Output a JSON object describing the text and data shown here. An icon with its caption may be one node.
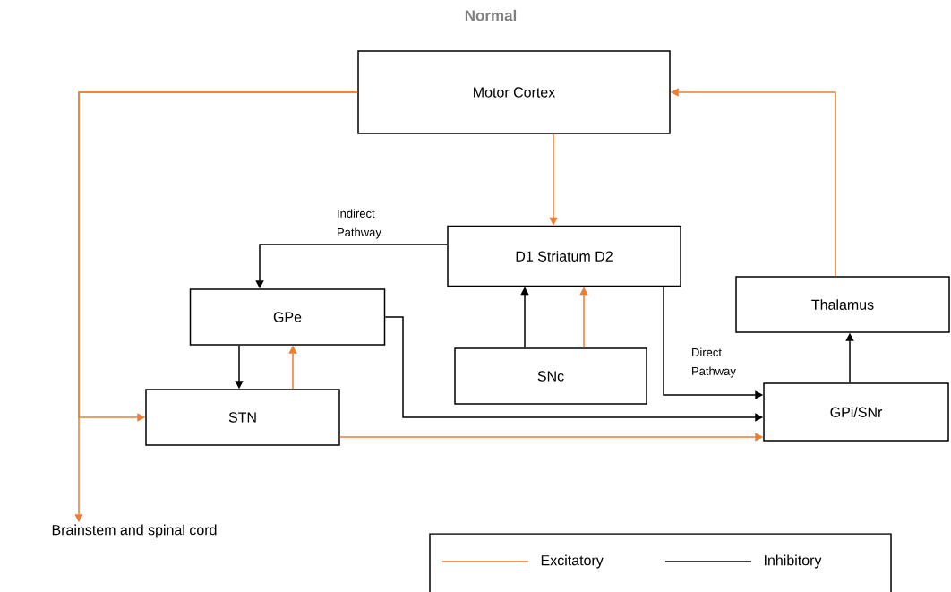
{
  "diagram": {
    "title": "Normal",
    "nodes": [
      {
        "text": [
          "Motor Cortex"
        ]
      },
      {
        "text": [
          "D1 Striatum D2"
        ]
      },
      {
        "text": [
          "GPe"
        ]
      },
      {
        "text": [
          "SNc"
        ]
      },
      {
        "text": [
          "STN"
        ]
      },
      {
        "text": [
          "Thalamus"
        ]
      },
      {
        "text": [
          "GPi/SNr"
        ]
      },
      {
        "text": [
          "Brainstem and spinal cord"
        ]
      }
    ],
    "edges": [
      {
        "from": 0,
        "to": 7,
        "arrow": "to"
      },
      {
        "from": 0,
        "to": 4,
        "arrow": "to"
      },
      {
        "from": 0,
        "to": 1,
        "arrow": "to"
      },
      {
        "from": 1,
        "to": 2,
        "arrow": "to",
        "label": "Indirect Pathway",
        "color": "#000000"
      },
      {
        "from": 1,
        "to": 6,
        "arrow": "to",
        "label": "Direct Pathway",
        "color": "#000000"
      },
      {
        "from": 3,
        "to": 1,
        "arrow": "to",
        "color": "#000000"
      },
      {
        "from": 3,
        "to": 1,
        "arrow": "to"
      },
      {
        "from": 2,
        "to": 4,
        "arrow": "to",
        "color": "#000000"
      },
      {
        "from": 4,
        "to": 2,
        "arrow": "to"
      },
      {
        "from": 2,
        "to": 6,
        "arrow": "to",
        "color": "#000000"
      },
      {
        "from": 4,
        "to": 6,
        "arrow": "to"
      },
      {
        "from": 6,
        "to": 5,
        "arrow": "to",
        "color": "#000000"
      },
      {
        "from": 5,
        "to": 0,
        "arrow": "to"
      }
    ],
    "legend": [
      {
        "text": "Excitatory"
      },
      {
        "text": "Inhibitory"
      }
    ]
  }
}
